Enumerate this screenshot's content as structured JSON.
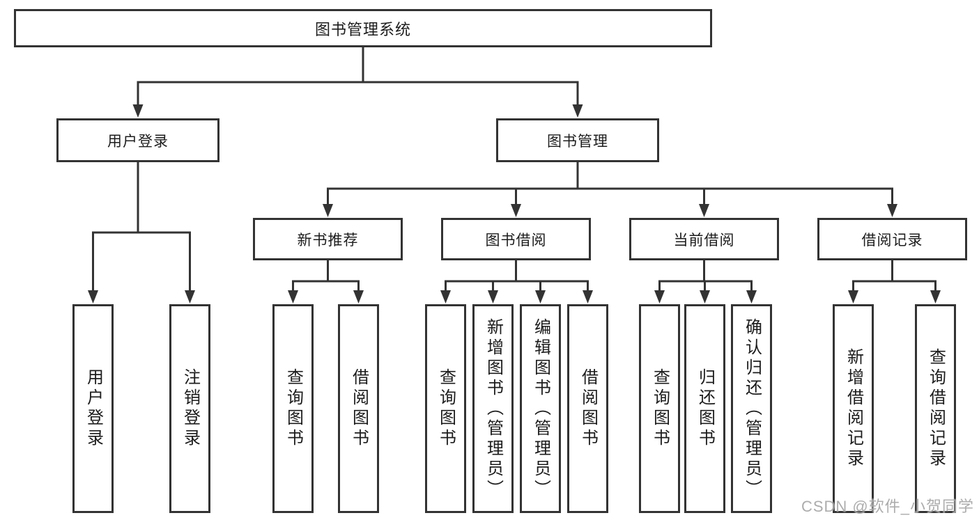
{
  "diagram": {
    "root_label": "图书管理系统",
    "login": {
      "label": "用户登录",
      "children": [
        "用户登录",
        "注销登录"
      ]
    },
    "management": {
      "label": "图书管理",
      "sections": [
        {
          "label": "新书推荐",
          "children": [
            "查询图书",
            "借阅图书"
          ]
        },
        {
          "label": "图书借阅",
          "children": [
            "查询图书",
            "新增图书（管理员）",
            "编辑图书（管理员）",
            "借阅图书"
          ]
        },
        {
          "label": "当前借阅",
          "children": [
            "查询图书",
            "归还图书",
            "确认归还（管理员）"
          ]
        },
        {
          "label": "借阅记录",
          "children": [
            "新增借阅记录",
            "查询借阅记录"
          ]
        }
      ]
    }
  },
  "watermark": "CSDN @软件_小贺同学",
  "colors": {
    "line": "#333333",
    "text": "#1c1c1c",
    "box_fill": "#ffffff",
    "watermark": "#9e9e9e",
    "background": "#ffffff"
  }
}
